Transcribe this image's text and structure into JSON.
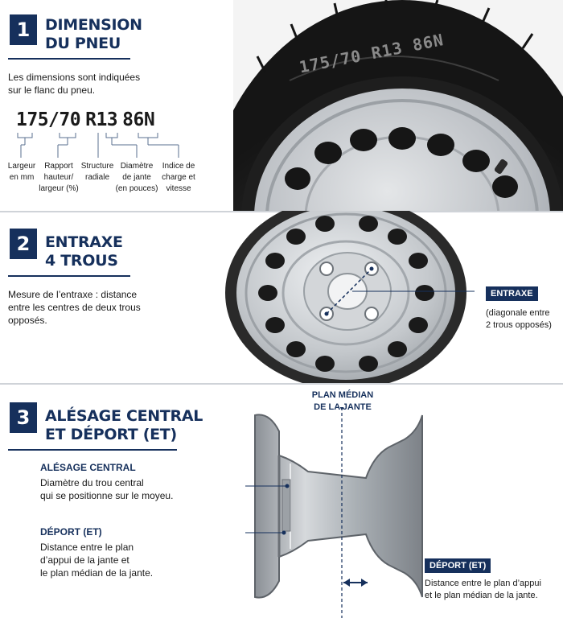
{
  "section1": {
    "number": "1",
    "title_lines": [
      "DIMENSION",
      "DU PNEU"
    ],
    "description_lines": [
      "Les dimensions sont indiquées",
      "sur le flanc du pneu."
    ],
    "code_parts": [
      "175/70",
      "R13",
      "86N"
    ],
    "tire_marking": "175/70 R13 86N",
    "breakdown": [
      {
        "lines": [
          "Largeur",
          "en mm"
        ]
      },
      {
        "lines": [
          "Rapport",
          "hauteur/",
          "largeur (%)"
        ]
      },
      {
        "lines": [
          "Structure",
          "radiale"
        ]
      },
      {
        "lines": [
          "Diamètre",
          "de jante",
          "(en pouces)"
        ]
      },
      {
        "lines": [
          "Indice de",
          "charge et",
          "vitesse"
        ]
      }
    ]
  },
  "section2": {
    "number": "2",
    "title_lines": [
      "ENTRAXE",
      "4 TROUS"
    ],
    "description_lines": [
      "Mesure de l’entraxe : distance",
      "entre les centres de deux trous",
      "opposés."
    ],
    "tag": "ENTRAXE",
    "tag_note_lines": [
      "(diagonale entre",
      "2 trous opposés)"
    ]
  },
  "section3": {
    "number": "3",
    "title_lines": [
      "ALÉSAGE CENTRAL",
      "ET DÉPORT (ET)"
    ],
    "median_label_lines": [
      "PLAN MÉDIAN",
      "DE LA JANTE"
    ],
    "bore": {
      "label": "ALÉSAGE CENTRAL",
      "lines": [
        "Diamètre du trou central",
        "qui se positionne sur le moyeu."
      ]
    },
    "offset": {
      "label": "DÉPORT (ET)",
      "lines": [
        "Distance entre le plan",
        "d’appui de la jante et",
        "le plan médian de la jante."
      ]
    },
    "offset_tag": "DÉPORT (ET)",
    "offset_note_lines": [
      "Distance entre le plan d’appui",
      "et le plan médian de la jante."
    ]
  },
  "colors": {
    "navy": "#16305c",
    "steel": "#b9bec4",
    "tire": "#232323"
  }
}
